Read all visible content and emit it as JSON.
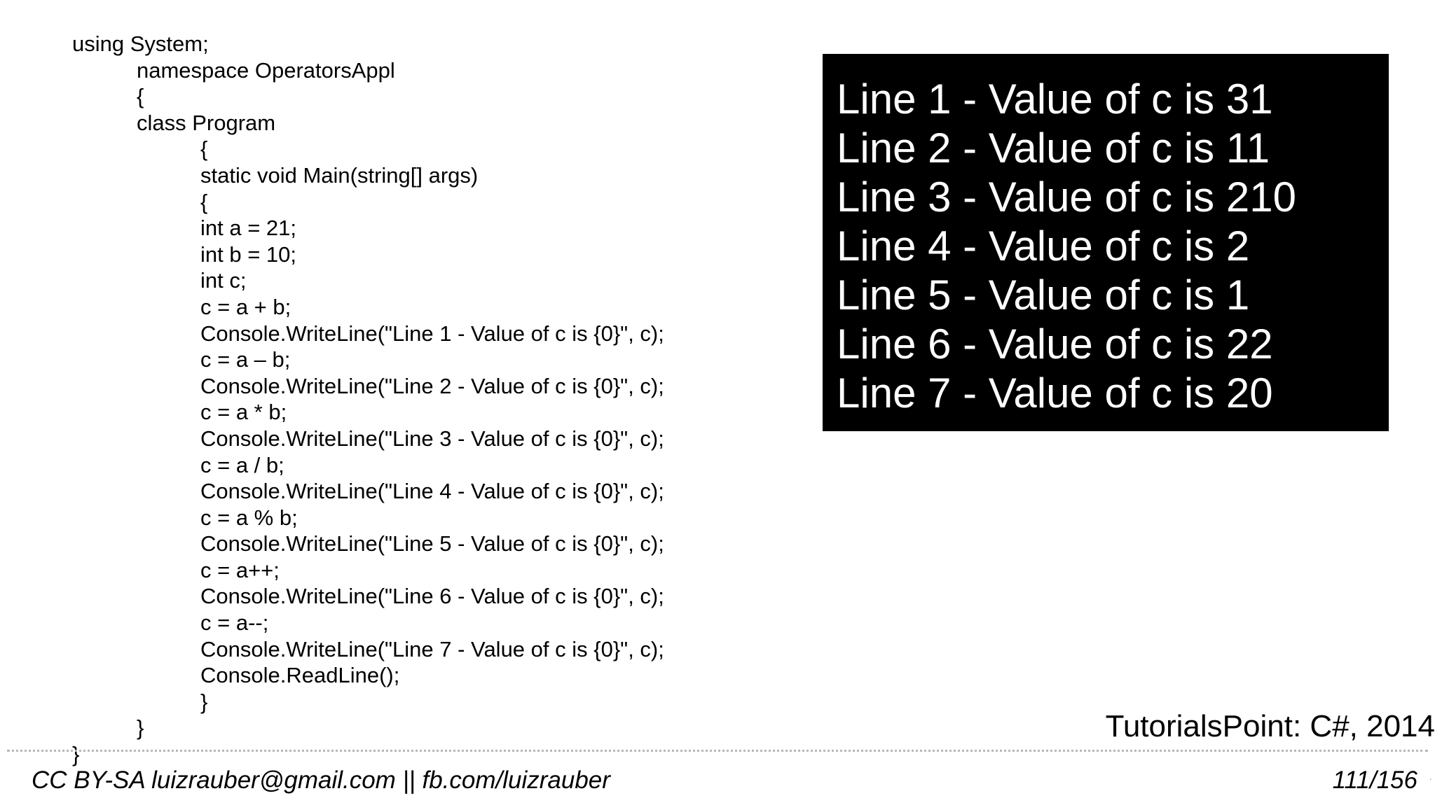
{
  "code": {
    "lines": [
      {
        "text": "using System;",
        "indent": 0
      },
      {
        "text": "namespace OperatorsAppl",
        "indent": 1
      },
      {
        "text": "{",
        "indent": 1
      },
      {
        "text": "class Program",
        "indent": 1
      },
      {
        "text": "{",
        "indent": 2
      },
      {
        "text": "static void Main(string[] args)",
        "indent": 2
      },
      {
        "text": "{",
        "indent": 2
      },
      {
        "text": "int a = 21;",
        "indent": 2
      },
      {
        "text": "int b = 10;",
        "indent": 2
      },
      {
        "text": "int c;",
        "indent": 2
      },
      {
        "text": "c = a + b;",
        "indent": 2
      },
      {
        "text": "Console.WriteLine(\"Line 1 - Value of c is {0}\", c);",
        "indent": 2
      },
      {
        "text": "c = a – b;",
        "indent": 2
      },
      {
        "text": "Console.WriteLine(\"Line 2 - Value of c is {0}\", c);",
        "indent": 2
      },
      {
        "text": "c = a * b;",
        "indent": 2
      },
      {
        "text": "Console.WriteLine(\"Line 3 - Value of c is {0}\", c);",
        "indent": 2
      },
      {
        "text": "c = a / b;",
        "indent": 2
      },
      {
        "text": "Console.WriteLine(\"Line 4 - Value of c is {0}\", c);",
        "indent": 2
      },
      {
        "text": "c = a % b;",
        "indent": 2
      },
      {
        "text": "Console.WriteLine(\"Line 5 - Value of c is {0}\", c);",
        "indent": 2
      },
      {
        "text": "c = a++;",
        "indent": 2
      },
      {
        "text": "Console.WriteLine(\"Line 6 - Value of c is {0}\", c);",
        "indent": 2
      },
      {
        "text": "c = a--;",
        "indent": 2
      },
      {
        "text": "Console.WriteLine(\"Line 7 - Value of c is {0}\", c);",
        "indent": 2
      },
      {
        "text": "Console.ReadLine();",
        "indent": 2
      },
      {
        "text": "}",
        "indent": 2
      },
      {
        "text": "}",
        "indent": 1
      },
      {
        "text": "}",
        "indent": 0
      }
    ]
  },
  "console": {
    "lines": [
      "Line 1 - Value of c is 31",
      "Line 2 - Value of c is 11",
      "Line 3 - Value of c is 210",
      "Line 4 - Value of c is 2",
      "Line 5 - Value of c is 1",
      "Line 6 - Value of c is 22",
      "Line 7 - Value of c is 20"
    ],
    "background": "#000000",
    "foreground": "#ffffff"
  },
  "citation": "TutorialsPoint: C#, 2014",
  "footer": {
    "license": "CC BY-SA luizrauber@gmail.com || fb.com/luizrauber",
    "page": "111/156"
  }
}
